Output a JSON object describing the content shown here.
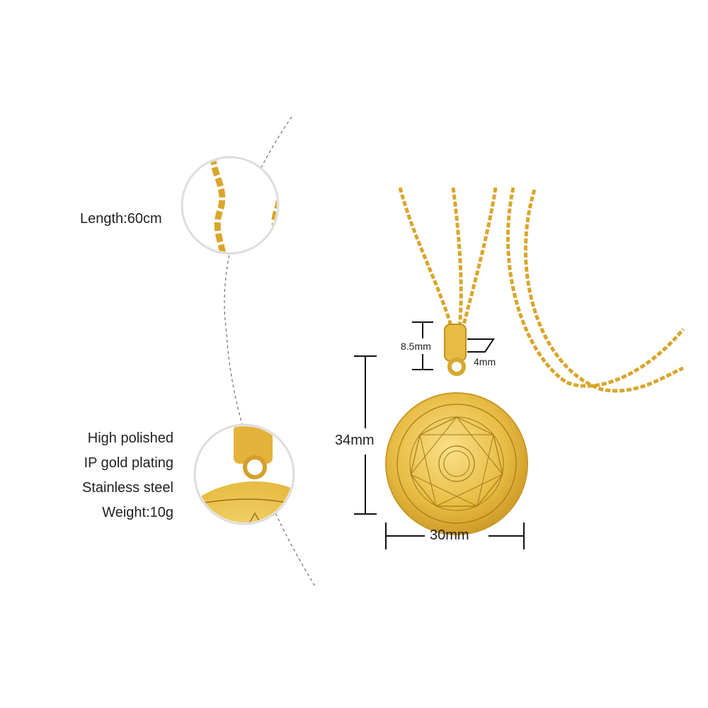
{
  "chain_detail": {
    "length_label": "Length:60cm"
  },
  "specs": {
    "items": [
      "High polished",
      "IP gold plating",
      "Stainless steel",
      "Weight:10g"
    ]
  },
  "dimensions": {
    "height": "34mm",
    "width": "30mm",
    "bail_height": "8.5mm",
    "bail_width": "4mm"
  },
  "colors": {
    "gold": "#e0b53a",
    "gold_dark": "#b8861a",
    "gold_light": "#f6dc7a"
  }
}
